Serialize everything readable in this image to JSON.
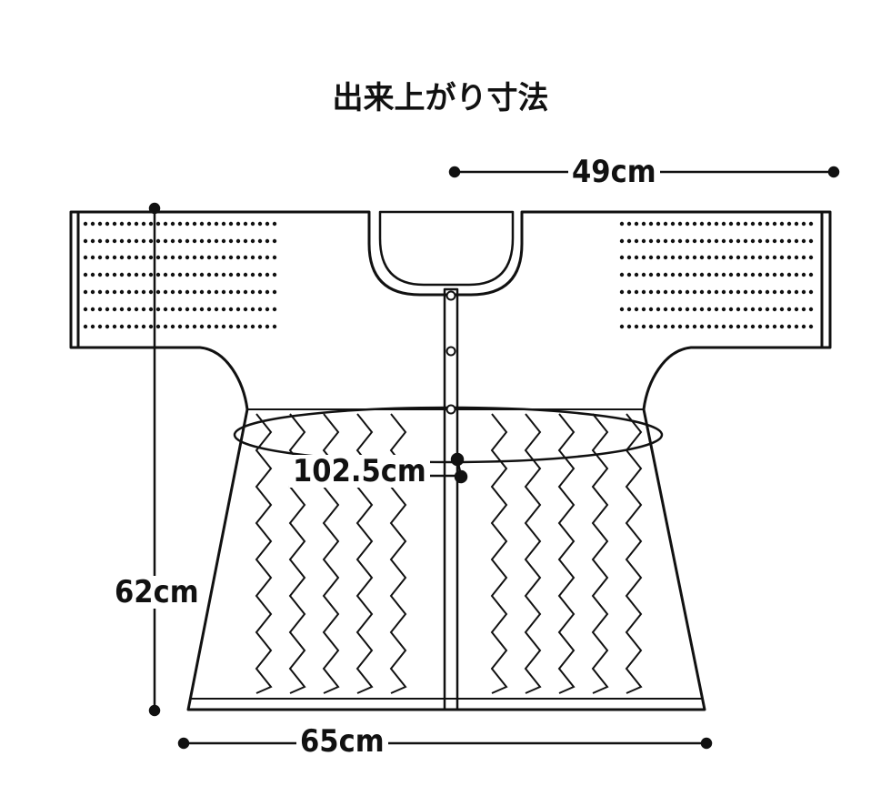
{
  "title": "出来上がり寸法",
  "measurements": {
    "sleeve_width": "49cm",
    "chest": "102.5cm",
    "length": "62cm",
    "hem_width": "65cm"
  },
  "colors": {
    "line": "#111111",
    "background": "#ffffff"
  }
}
